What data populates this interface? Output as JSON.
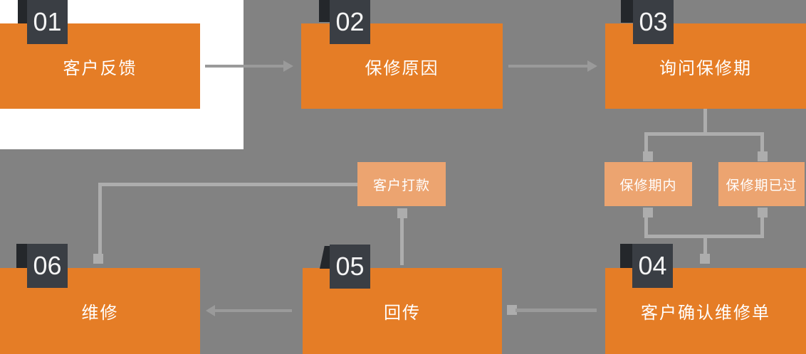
{
  "diagram": {
    "type": "flowchart",
    "title_hint": "warranty repair process flow",
    "steps": [
      {
        "number": "01",
        "label": "客户反馈"
      },
      {
        "number": "02",
        "label": "保修原因"
      },
      {
        "number": "03",
        "label": "询问保修期"
      },
      {
        "number": "04",
        "label": "客户确认维修单"
      },
      {
        "number": "05",
        "label": "回传"
      },
      {
        "number": "06",
        "label": "维修"
      }
    ],
    "branches": [
      {
        "label": "保修期内"
      },
      {
        "label": "保修期已过"
      },
      {
        "label": "客户打款"
      }
    ],
    "flow": [
      "01 → 02",
      "02 → 03",
      "03 → 保修期内 / 保修期已过 → 04",
      "04 → 05",
      "05 → 06",
      "客户打款 → 05",
      "客户打款 → 06"
    ],
    "colors": {
      "background": "#828282",
      "panel_white": "#FFFFFF",
      "step_box": "#E57D26",
      "branch_box": "#ECA470",
      "badge": "#3A3E44",
      "badge_flag": "#24272B",
      "connector": "#ADADAD",
      "arrow": "#9A9A9A",
      "text": "#FFFFFF"
    }
  }
}
